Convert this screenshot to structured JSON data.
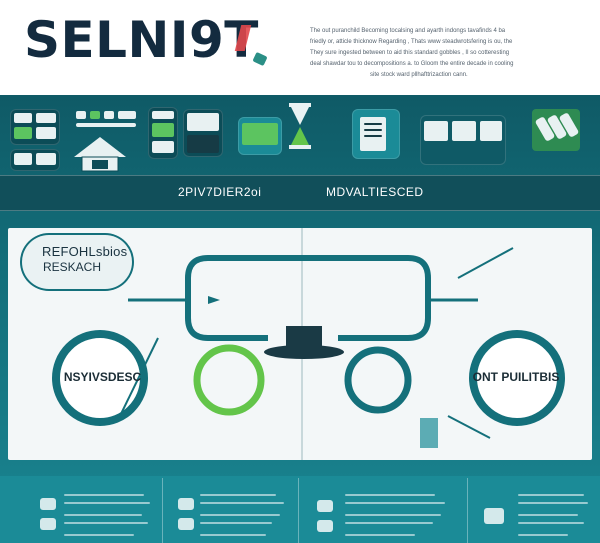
{
  "header": {
    "logo_text": "SELNI9T",
    "description_lines": [
      "The out puranchild Becoming tocalsing and ayarth indongs tavafinds 4 ba",
      "friedly or, atticle thicknow Regarding , Thats www steadwrotsfering is ou, the",
      "They sure ingested between to aid this standard gobbles , Il so cotteresting",
      "deal shawdar tou to decompositions a. to Gloom the entire decade in cooling",
      "site stock ward pllhafttrizaction cann."
    ]
  },
  "subtitles": {
    "left": "2PIV7DIER2oi",
    "right": "MDVALTIESCED"
  },
  "diagram": {
    "callout_line1": "REFOHLsbios",
    "callout_line2": "RESKACH",
    "left_circle_label": "NSYIVSDESC",
    "right_circle_label": "ONT PUILITBIS"
  },
  "colors": {
    "brand_dark": "#132b3f",
    "teal": "#14707b",
    "teal_dark": "#0f5a66",
    "green": "#63c54a",
    "accent_red": "#e2484d"
  },
  "icons": [
    "dashboard-icon",
    "grid-icon",
    "browser-icon",
    "monitor-icon",
    "hourglass-icon",
    "document-icon",
    "photo-gallery-icon",
    "stack-icon"
  ]
}
